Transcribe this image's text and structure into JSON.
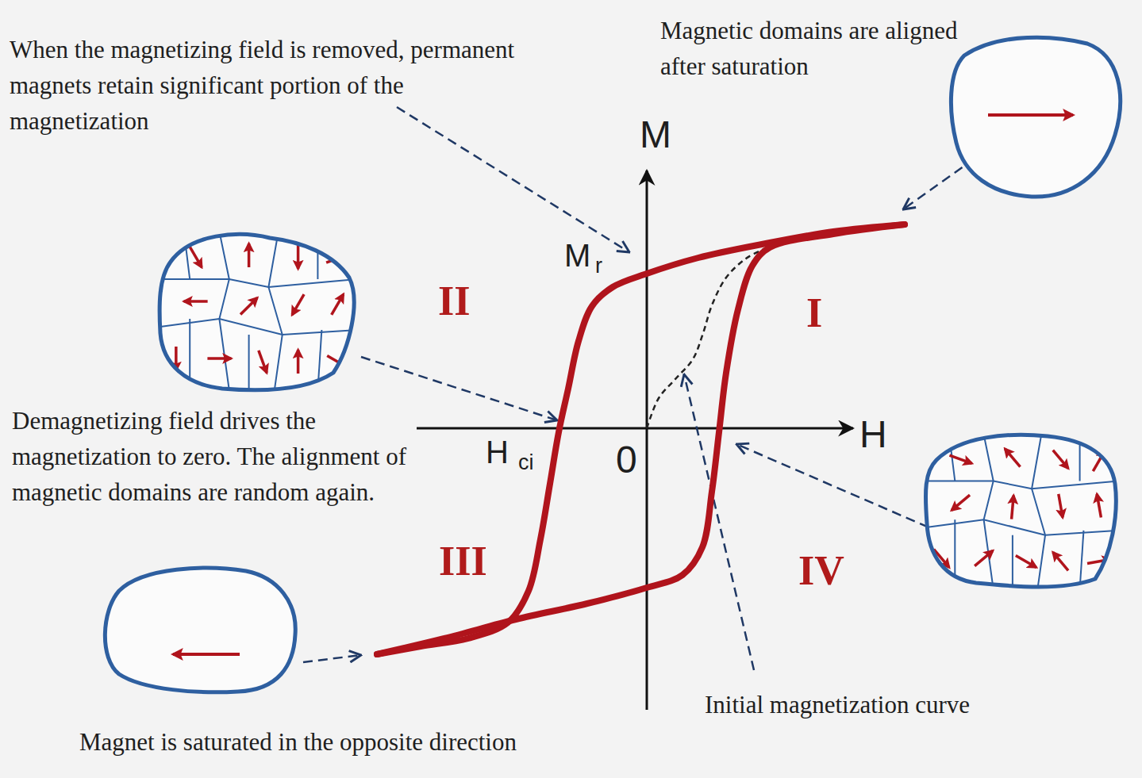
{
  "diagram": {
    "labels": [
      "When the magnetizing field is removed, permanent magnets retain significant portion of the magnetization",
      "Magnetic domains are aligned after saturation",
      "M",
      "M",
      "r",
      "II",
      "I",
      "Demagnetizing field drives the magnetization to zero. The alignment of magnetic domains are random again.",
      "H",
      "ci",
      "0",
      "H",
      "III",
      "IV",
      "Initial magnetization curve",
      "Magnet is saturated in the opposite direction"
    ]
  }
}
